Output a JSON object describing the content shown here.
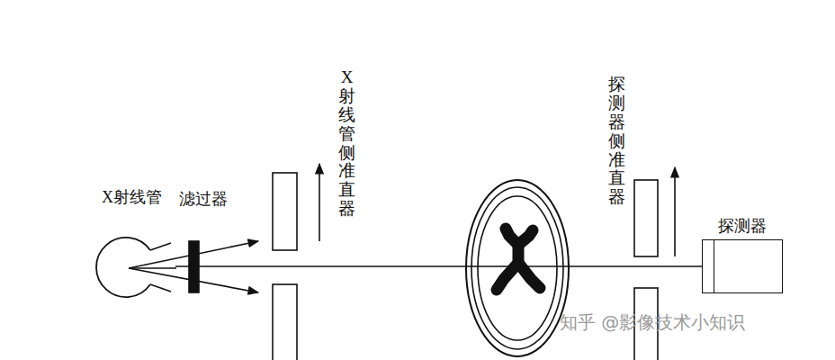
{
  "diagram": {
    "nodes": [
      {
        "text": [
          "X射线管"
        ]
      },
      {
        "text": [
          "探测器"
        ]
      }
    ],
    "edges": [
      {
        "from": 0,
        "to": 1,
        "arrow": "none"
      }
    ],
    "labels": [
      "滤过器",
      "X射线管侧准直器",
      "探测器侧准直器",
      "知乎 @影像技术小知识"
    ]
  }
}
